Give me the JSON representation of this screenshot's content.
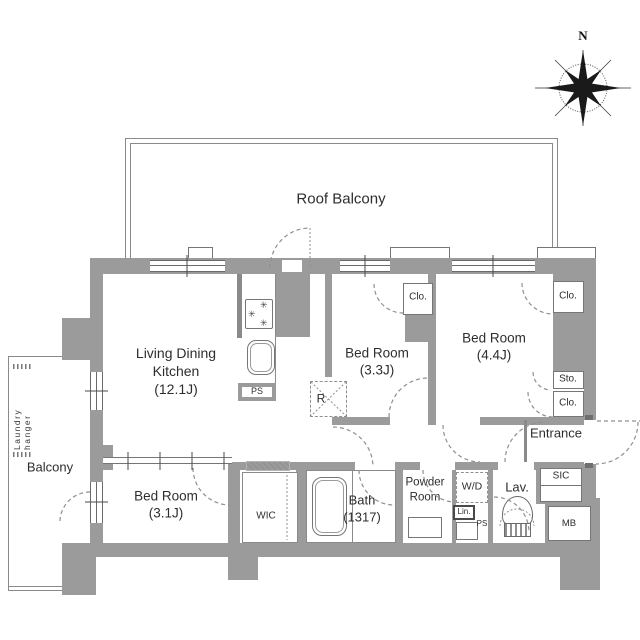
{
  "compass": {
    "north": "N"
  },
  "outdoor": {
    "roof_balcony_label": "Roof Balcony",
    "balcony_label": "Balcony",
    "laundry_hanger_label": "Laundry hanger"
  },
  "rooms": {
    "ldk": {
      "name_line1": "Living Dining",
      "name_line2": "Kitchen",
      "size": "(12.1J)"
    },
    "bedroom_center": {
      "name": "Bed Room",
      "size": "(3.3J)"
    },
    "bedroom_right": {
      "name": "Bed Room",
      "size": "(4.4J)"
    },
    "bedroom_lower": {
      "name": "Bed Room",
      "size": "(3.1J)"
    },
    "bath": {
      "name": "Bath",
      "size": "(1317)"
    },
    "powder_room": {
      "name_line1": "Powder",
      "name_line2": "Room"
    },
    "lavatory": {
      "name": "Lav."
    },
    "entrance": {
      "name": "Entrance"
    }
  },
  "storage": {
    "wic": "WIC",
    "sic": "SIC",
    "closet_center": "Clo.",
    "closet_right_top": "Clo.",
    "storage_right": "Sto.",
    "closet_right_bottom": "Clo.",
    "linen": "Lin."
  },
  "fixtures": {
    "washer_dryer": "W/D",
    "refrigerator": "R",
    "meter_box": "MB",
    "pipe_space_kitchen": "PS",
    "pipe_space_lavatory": "PS",
    "burner_glyph": "✳"
  },
  "colors": {
    "wall": "#9b9b9b",
    "line": "#767676",
    "text": "#2e2e2e",
    "dash": "#8f8f8f"
  }
}
